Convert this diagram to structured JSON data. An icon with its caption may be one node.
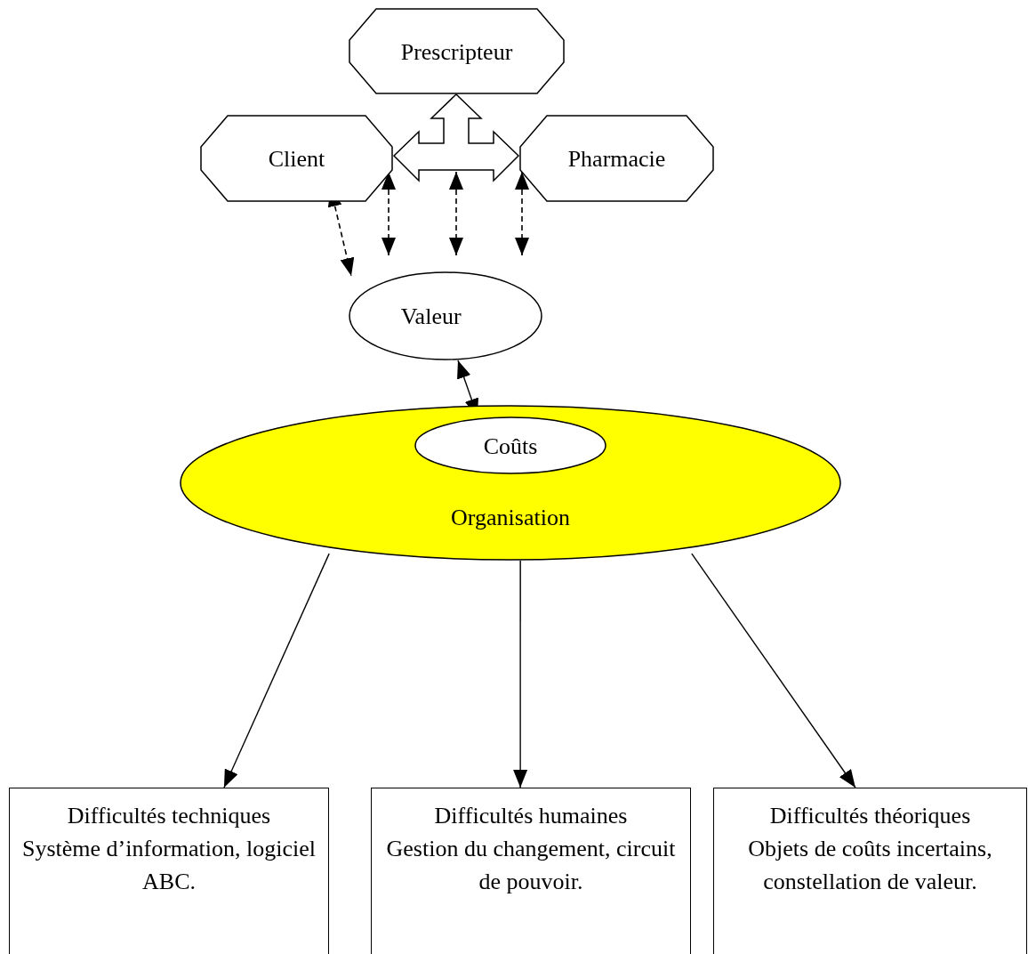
{
  "diagram": {
    "nodes": [
      {
        "text": [
          "Prescripteur"
        ]
      },
      {
        "text": [
          "Client"
        ]
      },
      {
        "text": [
          "Pharmacie"
        ]
      },
      {
        "text": [
          "Valeur"
        ]
      },
      {
        "text": [
          "Organisation"
        ]
      },
      {
        "text": [
          "Coûts"
        ],
        "in": 4
      },
      {
        "text": [
          "Difficultés techniques",
          "Système d’information, logiciel ABC."
        ]
      },
      {
        "text": [
          "Difficultés humaines",
          "Gestion du changement, circuit de pouvoir."
        ]
      },
      {
        "text": [
          "Difficultés théoriques",
          "Objets de coûts incertains, constellation de valeur."
        ]
      }
    ],
    "edges": [
      {
        "from": 1,
        "to": 2,
        "arrow": "both",
        "style": "thick"
      },
      {
        "from": 1,
        "to": 0,
        "arrow": "both",
        "style": "thick"
      },
      {
        "from": 2,
        "to": 0,
        "arrow": "both",
        "style": "thick"
      },
      {
        "from": 1,
        "to": 3,
        "arrow": "both",
        "style": "dashed"
      },
      {
        "from": 1,
        "to": 3,
        "arrow": "both",
        "style": "dashed"
      },
      {
        "from": 2,
        "to": 3,
        "arrow": "both",
        "style": "dashed"
      },
      {
        "from": 3,
        "to": 5,
        "arrow": "both"
      },
      {
        "from": 4,
        "to": 6,
        "arrow": "to"
      },
      {
        "from": 4,
        "to": 7,
        "arrow": "to"
      },
      {
        "from": 4,
        "to": 8,
        "arrow": "to"
      }
    ]
  }
}
